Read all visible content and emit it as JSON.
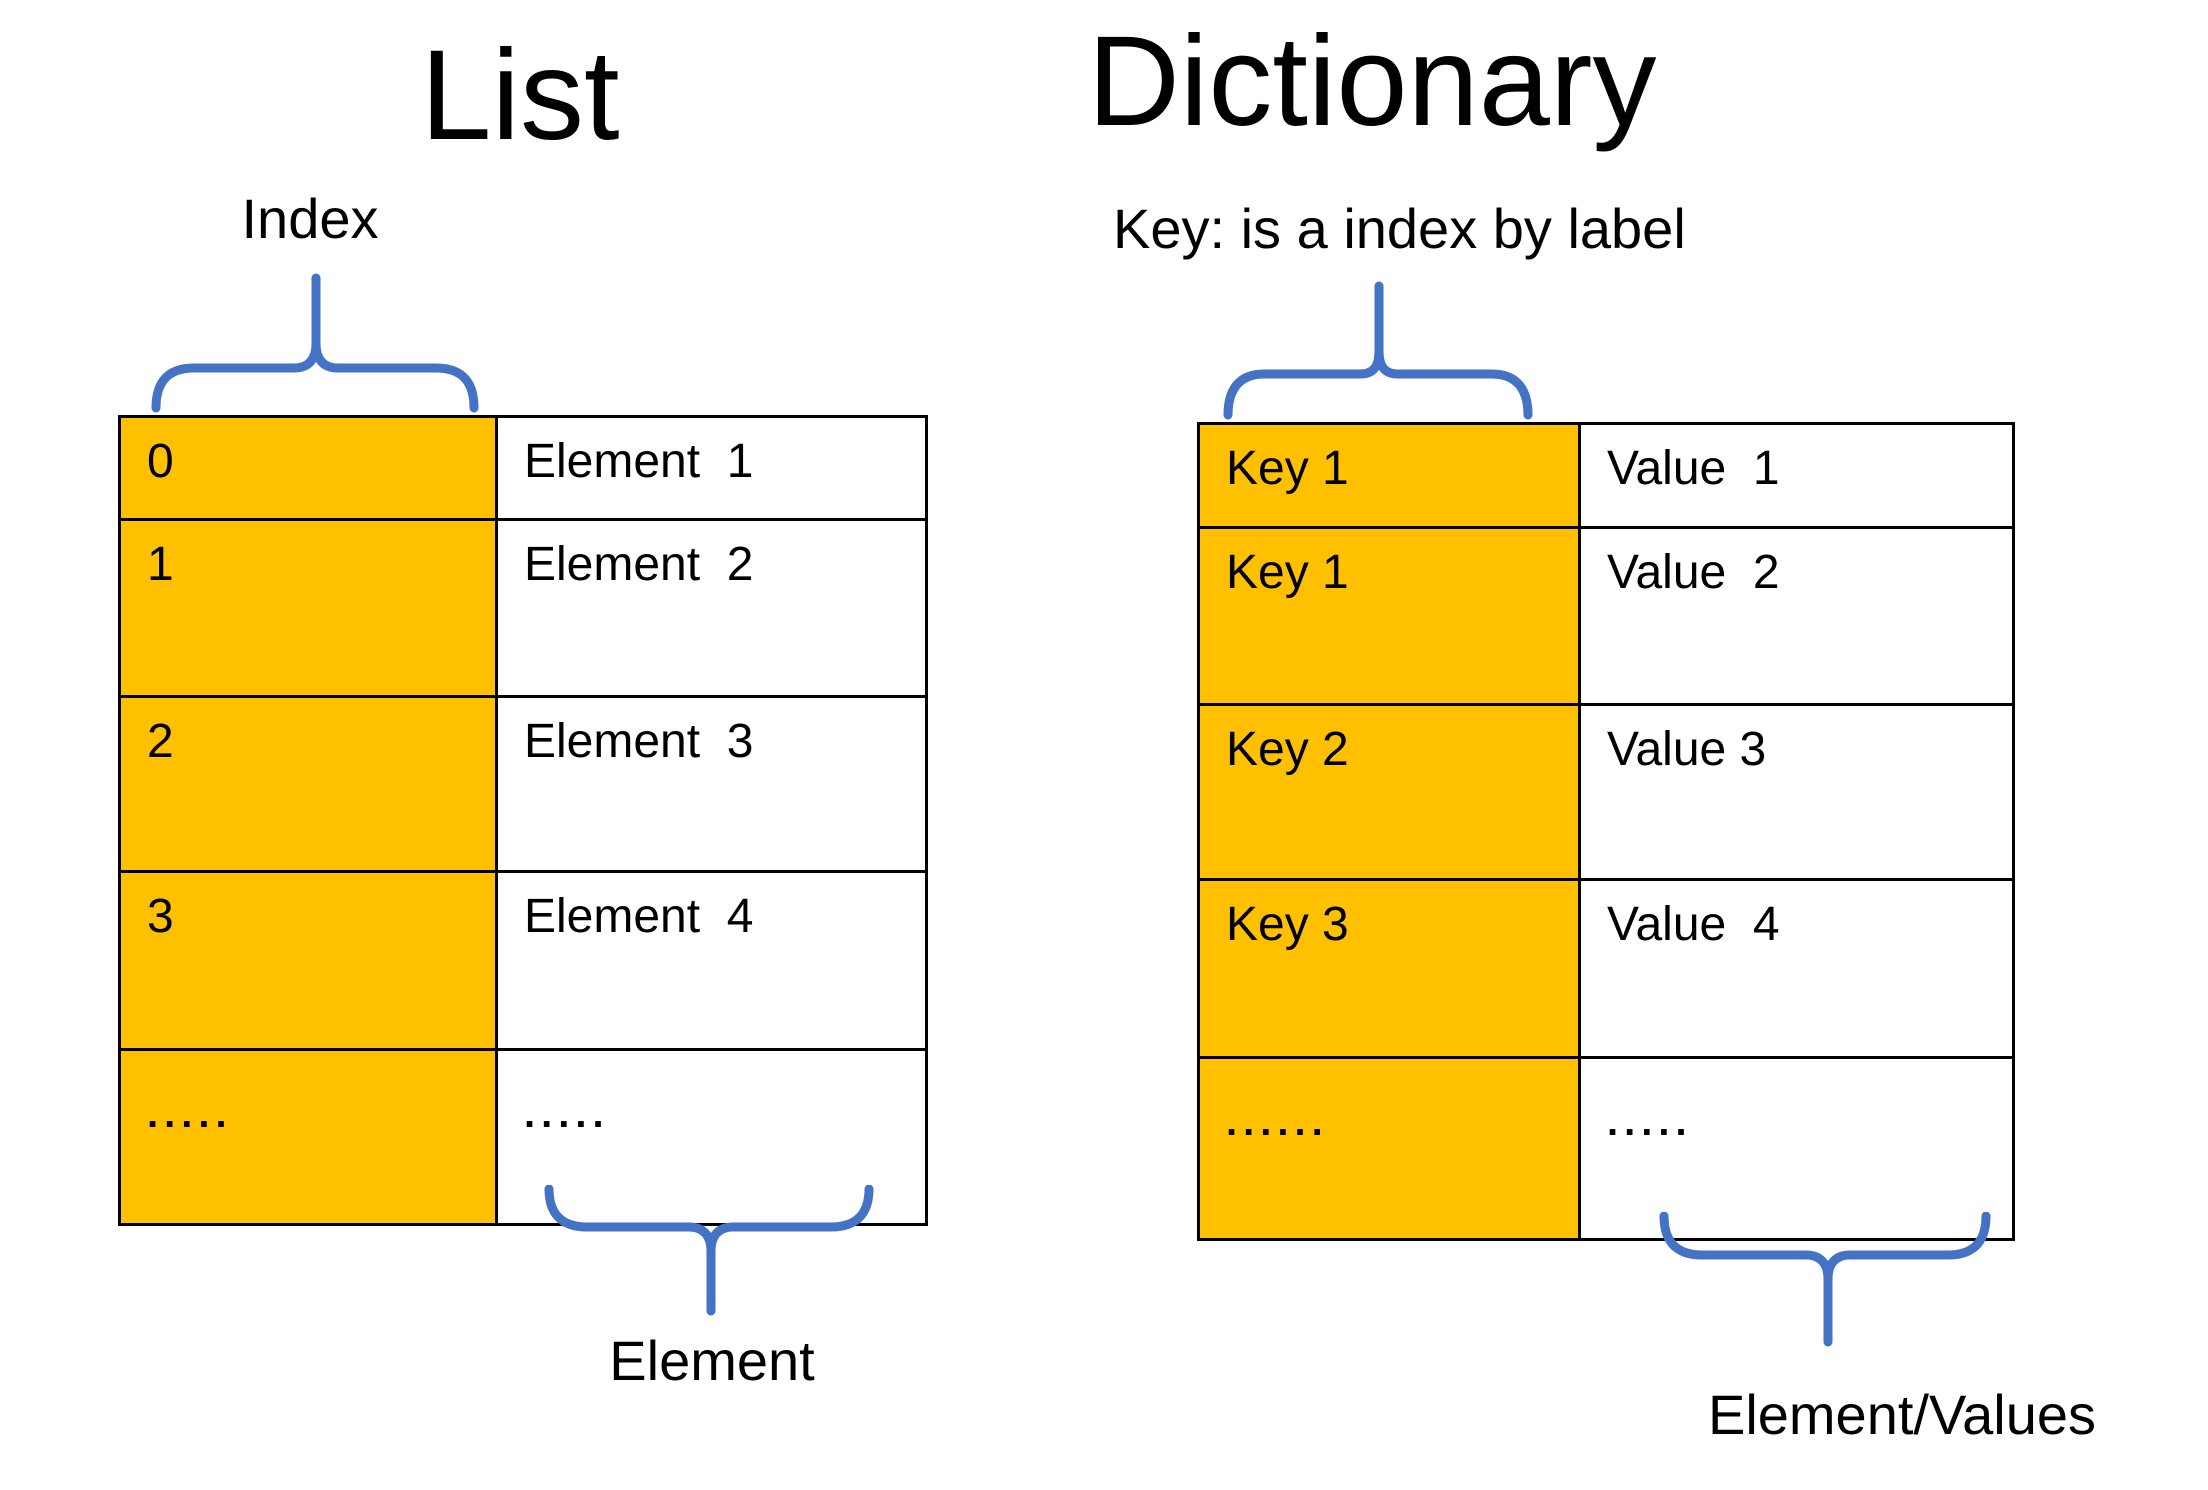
{
  "colors": {
    "highlight": "#FFC000",
    "brace": "#4472C4",
    "border": "#000000",
    "background": "#FFFFFF"
  },
  "list": {
    "title": "List",
    "index_label": "Index",
    "element_label": "Element",
    "rows": [
      {
        "key": "0",
        "value": "Element  1"
      },
      {
        "key": "1",
        "value": "Element  2"
      },
      {
        "key": "2",
        "value": "Element  3"
      },
      {
        "key": "3",
        "value": "Element  4"
      },
      {
        "key": ".....",
        "value": "....."
      }
    ]
  },
  "dictionary": {
    "title": "Dictionary",
    "key_label": "Key: is a index by label",
    "values_label": "Element/Values",
    "rows": [
      {
        "key": "Key 1",
        "value": "Value  1"
      },
      {
        "key": "Key 1",
        "value": "Value  2"
      },
      {
        "key": "Key 2",
        "value": "Value 3"
      },
      {
        "key": "Key 3",
        "value": "Value  4"
      },
      {
        "key": "......",
        "value": "....."
      }
    ]
  }
}
